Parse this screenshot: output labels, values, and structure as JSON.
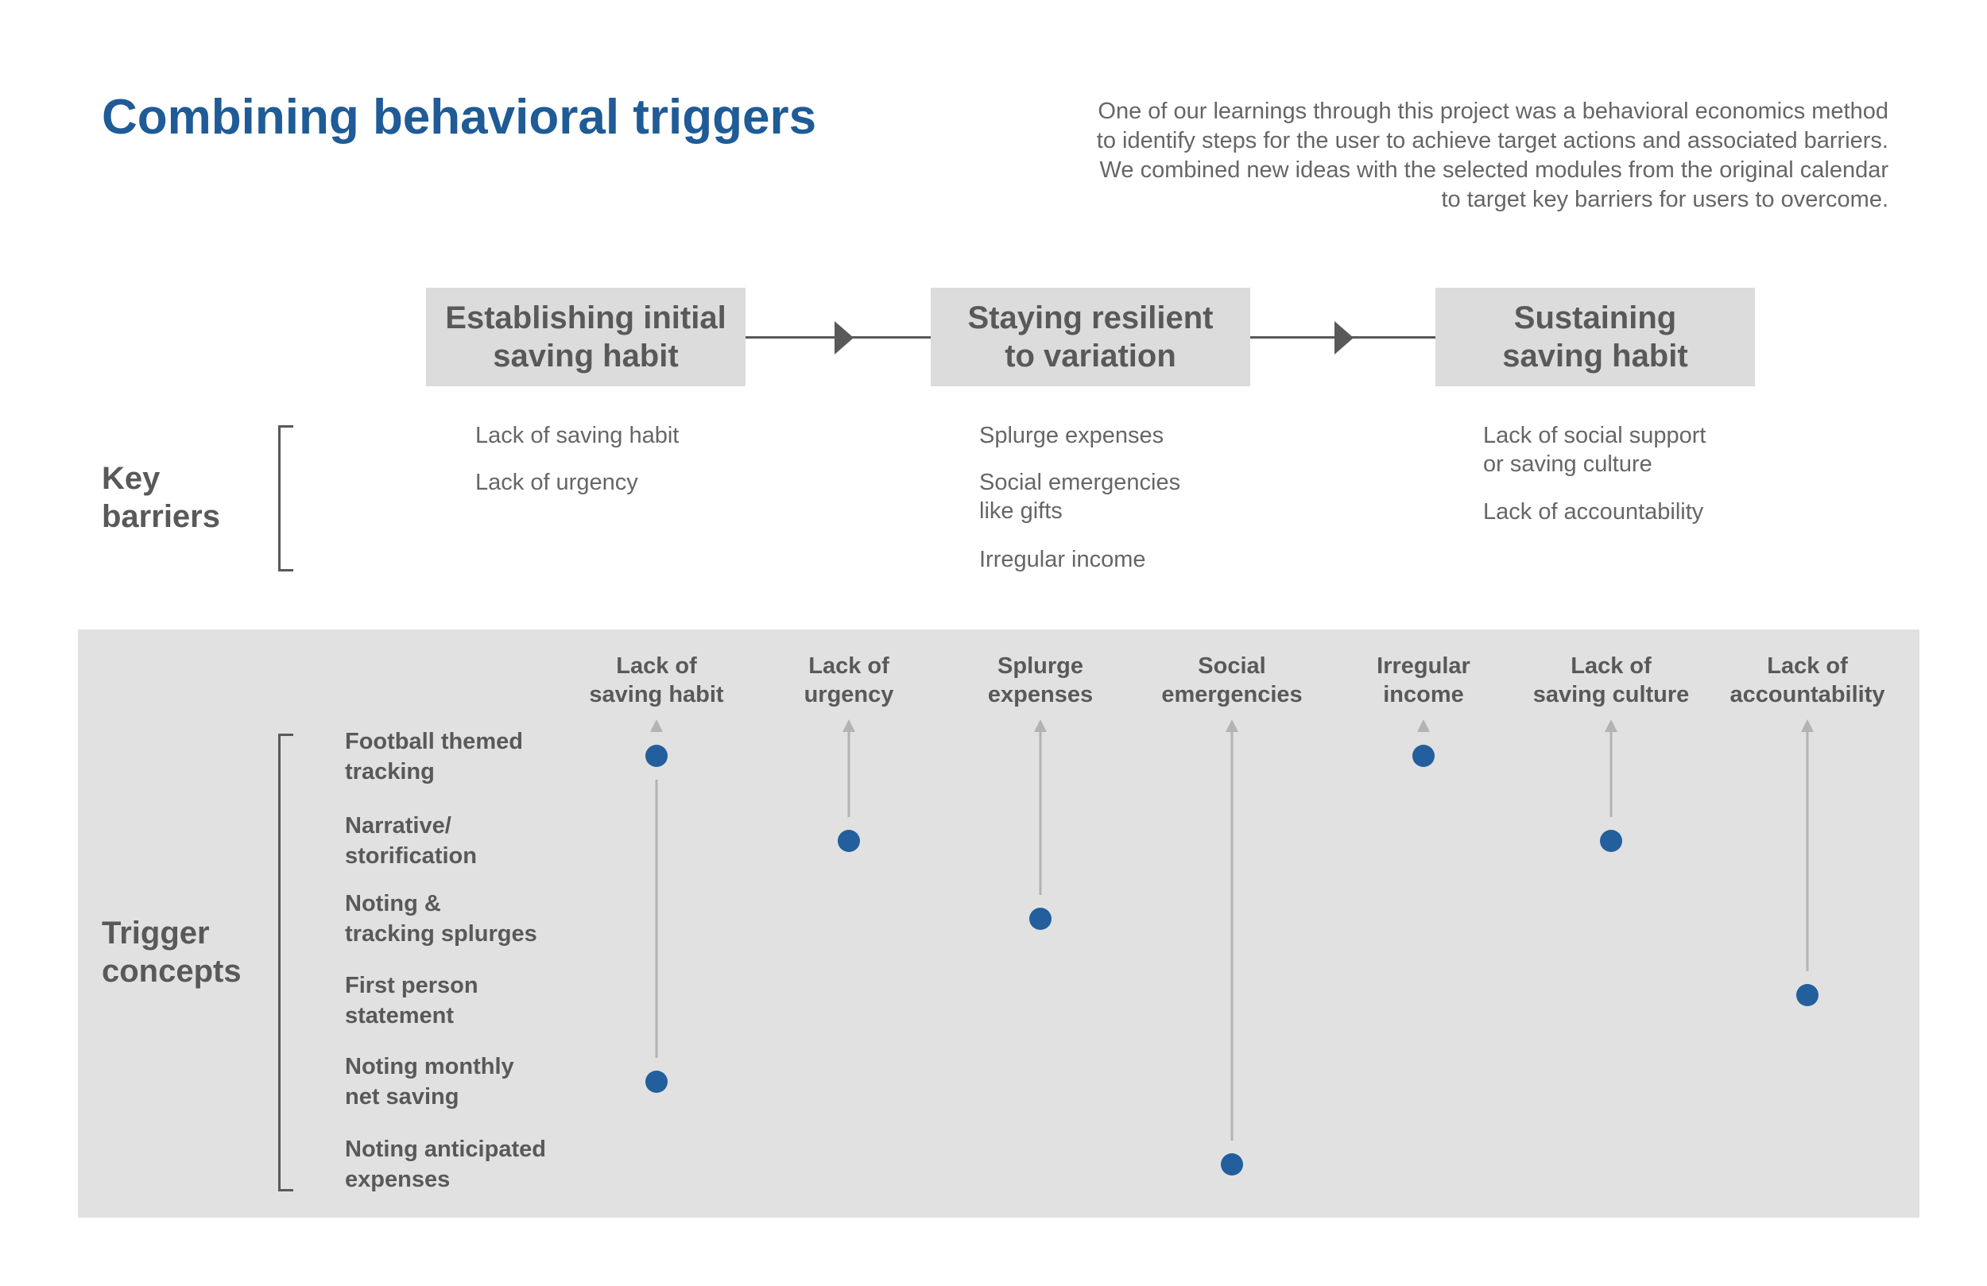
{
  "title": "Combining behavioral triggers",
  "intro": [
    "One of our learnings through this project was a behavioral economics method",
    "to identify steps for the user to achieve target actions and associated barriers.",
    "We combined new ideas with the selected modules from the original calendar",
    "to target key barriers for users to overcome."
  ],
  "stages": [
    {
      "line1": "Establishing initial",
      "line2": "saving habit"
    },
    {
      "line1": "Staying resilient",
      "line2": "to variation"
    },
    {
      "line1": "Sustaining",
      "line2": "saving habit"
    }
  ],
  "key_barriers": {
    "label_line1": "Key",
    "label_line2": "barriers",
    "groups": [
      [
        "Lack of saving habit",
        "Lack of urgency"
      ],
      [
        "Splurge expenses",
        "Social emergencies\nlike gifts",
        "Irregular income"
      ],
      [
        "Lack of social support\nor saving culture",
        "Lack of accountability"
      ]
    ]
  },
  "trigger_concepts": {
    "label_line1": "Trigger",
    "label_line2": "concepts",
    "columns": [
      {
        "line1": "Lack of",
        "line2": "saving habit"
      },
      {
        "line1": "Lack of",
        "line2": "urgency"
      },
      {
        "line1": "Splurge",
        "line2": "expenses"
      },
      {
        "line1": "Social",
        "line2": "emergencies"
      },
      {
        "line1": "Irregular",
        "line2": "income"
      },
      {
        "line1": "Lack of",
        "line2": "saving culture"
      },
      {
        "line1": "Lack of",
        "line2": "accountability"
      }
    ],
    "rows": [
      {
        "line1": "Football themed",
        "line2": "tracking"
      },
      {
        "line1": "Narrative/",
        "line2": "storification"
      },
      {
        "line1": "Noting &",
        "line2": "tracking splurges"
      },
      {
        "line1": "First person",
        "line2": "statement"
      },
      {
        "line1": "Noting monthly",
        "line2": "net saving"
      },
      {
        "line1": "Noting anticipated",
        "line2": "expenses"
      }
    ],
    "links": [
      {
        "column": 0,
        "rows": [
          0,
          4
        ]
      },
      {
        "column": 1,
        "rows": [
          1
        ]
      },
      {
        "column": 2,
        "rows": [
          2
        ]
      },
      {
        "column": 3,
        "rows": [
          5
        ]
      },
      {
        "column": 4,
        "rows": [
          0
        ]
      },
      {
        "column": 5,
        "rows": [
          1
        ]
      },
      {
        "column": 6,
        "rows": [
          3
        ]
      }
    ]
  },
  "colors": {
    "title": "#1f5b96",
    "dot": "#225f9c",
    "arrow": "#b3b3b3",
    "panel": "#e1e1e1",
    "stage_box": "#dcdcdc",
    "dark_text": "#595959"
  }
}
